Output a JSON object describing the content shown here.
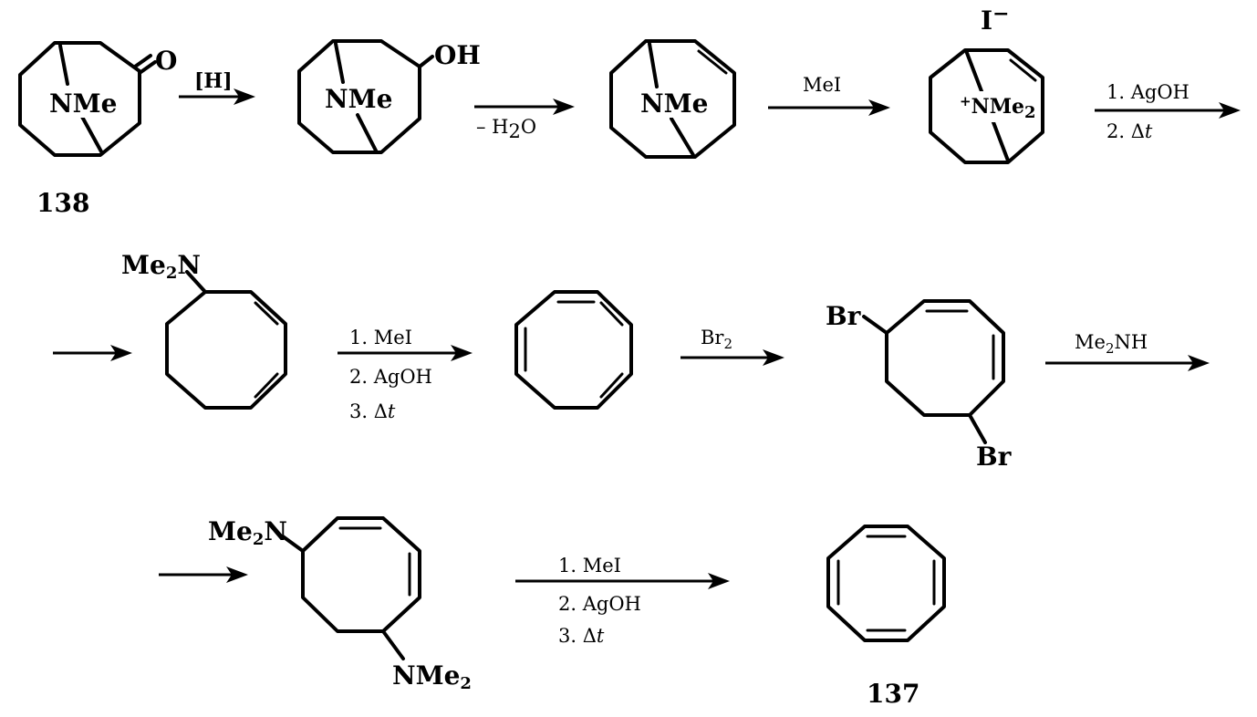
{
  "compounds": {
    "c138": {
      "group": "NMe",
      "carbonyl": "O",
      "label": "138"
    },
    "alcohol": {
      "group": "NMe",
      "oh": "OH"
    },
    "alkene": {
      "group": "NMe"
    },
    "salt": {
      "counterion": "I",
      "charge_minus": "−",
      "charge_plus": "+",
      "group": "NMe",
      "sub": "2"
    },
    "amine_diene": {
      "group": "Me",
      "sub": "2",
      "n": "N"
    },
    "dibromide": {
      "br1": "Br",
      "br2": "Br"
    },
    "diamine": {
      "group_top": "Me",
      "group_top_sub": "2",
      "group_top_n": "N",
      "group_bottom": "NMe",
      "group_bottom_sub": "2"
    },
    "c137": {
      "label": "137"
    }
  },
  "steps": {
    "s1": {
      "reagent": "[H]"
    },
    "s2": {
      "below": "– H",
      "below_sub": "2",
      "below_end": "O"
    },
    "s3": {
      "reagent": "MeI"
    },
    "s4": {
      "line1": "1. AgOH",
      "line2": "2. Δ",
      "line2_t": "t"
    },
    "s5": {},
    "s6": {
      "line1": "1.  MeI",
      "line2": "2.  AgOH",
      "line3": "3.  Δ",
      "line3_t": "t"
    },
    "s7": {
      "reagent": "Br",
      "reagent_sub": "2"
    },
    "s8": {
      "reagent": "Me",
      "reagent_sub": "2",
      "reagent_end": "NH"
    },
    "s9": {},
    "s10": {
      "line1": "1.  MeI",
      "line2": "2.  AgOH",
      "line3": "3.  Δ",
      "line3_t": "t"
    }
  }
}
